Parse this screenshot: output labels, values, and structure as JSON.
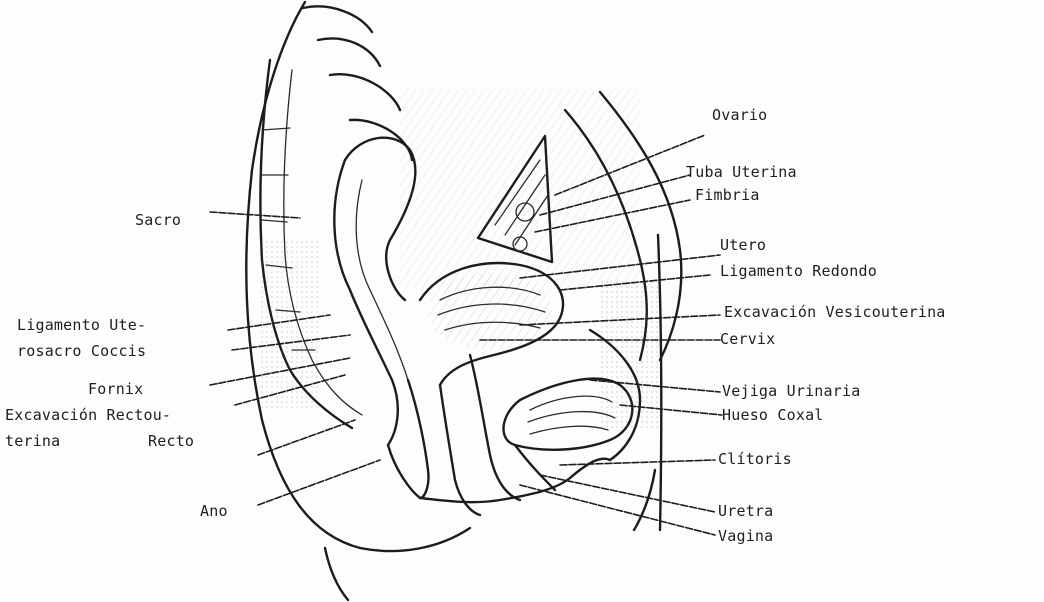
{
  "labels": {
    "ovario": "Ovario",
    "tuba": "Tuba Uterina",
    "fimbria": "Fimbria",
    "sacro": "Sacro",
    "utero": "Utero",
    "lig_redondo": "Ligamento Redondo",
    "lig_utero_1": "Ligamento Ute-",
    "lig_utero_2": "rosacro Coccis",
    "exc_vesico": "Excavación Vesicouterina",
    "cervix": "Cervix",
    "fornix": "Fornix",
    "exc_recto_1": "Excavación Rectou-",
    "exc_recto_2": "terina",
    "recto": "Recto",
    "vejiga": "Vejiga Urinaria",
    "hueso": "Hueso Coxal",
    "clitoris": "Clítoris",
    "ano": "Ano",
    "uretra": "Uretra",
    "vagina": "Vagina"
  }
}
